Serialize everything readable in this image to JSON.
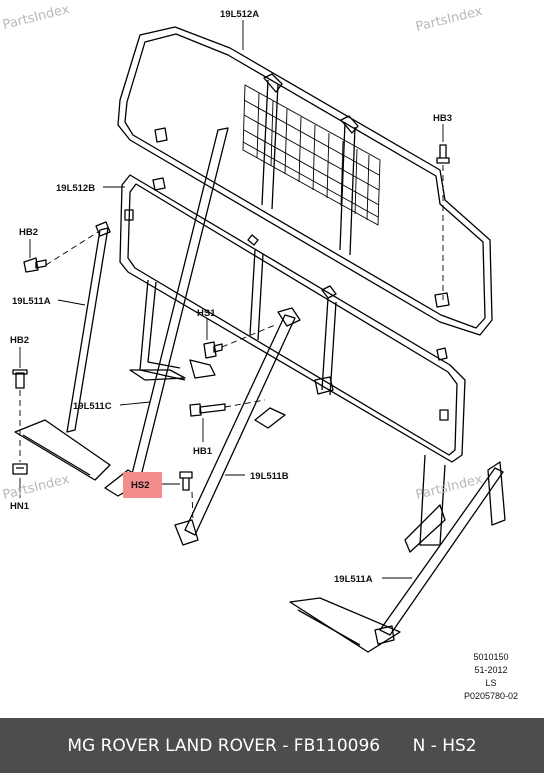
{
  "watermark": "PartsIndex",
  "labels": {
    "p19L512A": "19L512A",
    "p19L512B": "19L512B",
    "p19L511A_left": "19L511A",
    "p19L511A_right": "19L511A",
    "p19L511B": "19L511B",
    "p19L511C": "19L511C",
    "HB3": "HB3",
    "HB2_top": "HB2",
    "HB2_mid": "HB2",
    "HS1": "HS1",
    "HB1": "HB1",
    "HS2": "HS2",
    "HN1": "HN1"
  },
  "highlight_color": "#f48c8c",
  "meta": {
    "line1": "5010150",
    "line2": "51-2012",
    "line3": "LS",
    "line4": "P0205780-02"
  },
  "footer": {
    "title": "MG ROVER LAND ROVER - FB110096",
    "part": "N - HS2"
  }
}
